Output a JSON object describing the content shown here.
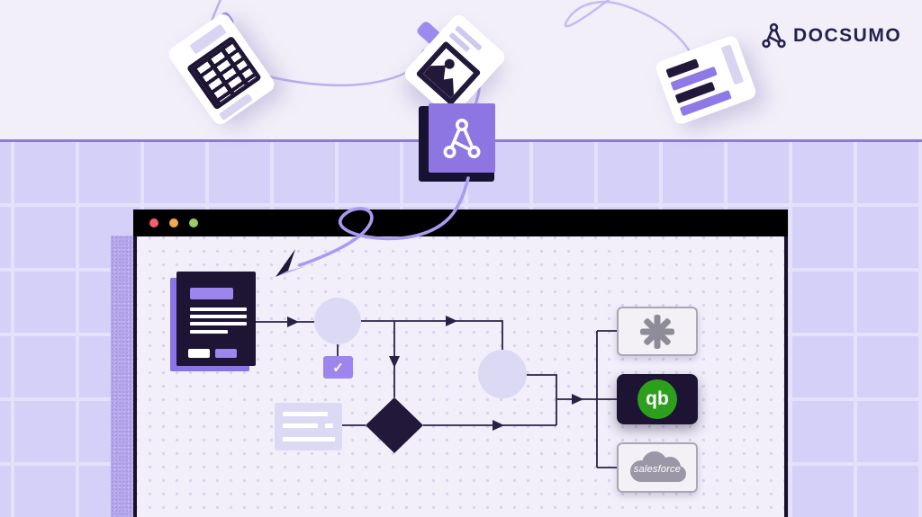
{
  "brand": {
    "name": "DOCSUMO",
    "text_color": "#232150",
    "icon": "docsumo-node-glyph"
  },
  "hero": {
    "background": "#f2eff9",
    "floating_documents": [
      "spreadsheet-card",
      "image-card",
      "text-card"
    ],
    "connector_color": "#b9aef0"
  },
  "grid": {
    "tile_color": "#d4d0f7",
    "line_color": "#e5e1fb",
    "separator_color": "#8d7cd1"
  },
  "app_icon": {
    "face_color": "#8d75e2",
    "depth_color": "#171232",
    "glyph": "docsumo-node-glyph"
  },
  "browser_window": {
    "titlebar_color": "#000000",
    "canvas_background": "#f2effa",
    "traffic_lights": [
      {
        "name": "close",
        "color": "#f25f6d"
      },
      {
        "name": "minimize",
        "color": "#f3a94f"
      },
      {
        "name": "zoom",
        "color": "#9bcb6b"
      }
    ]
  },
  "flowchart": {
    "line_color": "#2b2144",
    "node_fill": "#dcd9f5",
    "diamond_fill": "#221839",
    "check_label": "✓",
    "integrations": [
      {
        "name": "Zapier",
        "icon": "zapier-asterisk-icon",
        "label": ""
      },
      {
        "name": "QuickBooks",
        "icon": "quickbooks-logo",
        "label": "qb",
        "color": "#2ca01c"
      },
      {
        "name": "Salesforce",
        "icon": "salesforce-cloud-logo",
        "label": "salesforce"
      }
    ]
  }
}
